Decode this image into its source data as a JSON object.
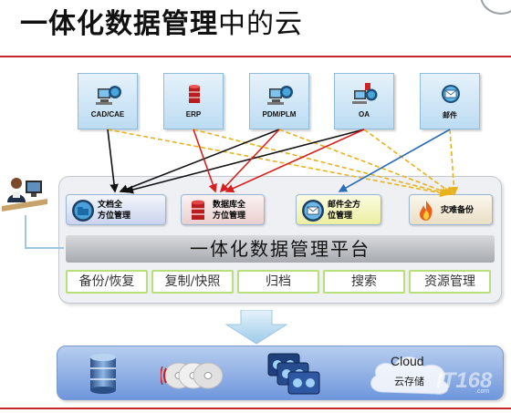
{
  "title": {
    "bold": "一体化数据管理",
    "normal": "中的云"
  },
  "sources": [
    {
      "label": "CAD/CAE",
      "icon": "cad-workstation-icon"
    },
    {
      "label": "ERP",
      "icon": "erp-database-icon"
    },
    {
      "label": "PDM/PLM",
      "icon": "pdm-workstation-icon"
    },
    {
      "label": "OA",
      "icon": "oa-workstation-icon"
    },
    {
      "label": "邮件",
      "icon": "email-icon"
    }
  ],
  "modules": [
    {
      "line1": "文档全",
      "line2": "方位管理",
      "icon": "document-folder-icon"
    },
    {
      "line1": "数据库全",
      "line2": "方位管理",
      "icon": "database-icon"
    },
    {
      "line1": "邮件全方",
      "line2": "位管理",
      "icon": "mail-icon"
    },
    {
      "line1": "灾难备份",
      "line2": "",
      "icon": "fire-icon"
    }
  ],
  "platform_bar": "一体化数据管理平台",
  "functions": [
    "备份/恢复",
    "复制/快照",
    "归档",
    "搜索",
    "资源管理"
  ],
  "storage": {
    "cloud_label": "Cloud",
    "cloud_sub": "云存储",
    "watermark": "IT168",
    "watermark_suffix": ".com"
  },
  "colors": {
    "accent_red": "#c1272d",
    "arrow_black": "#111111",
    "arrow_red": "#d81e1e",
    "arrow_blue": "#2a6db8",
    "arrow_dashed": "#e8b21c",
    "function_border": "#b8e07a"
  }
}
